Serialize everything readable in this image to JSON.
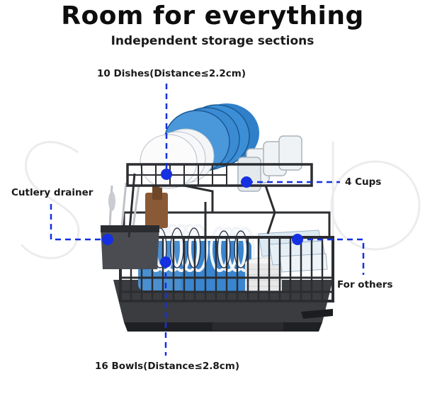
{
  "header": {
    "title": "Room for everything",
    "subtitle": "Independent storage sections"
  },
  "callouts": {
    "dishes": "10 Dishes(Distance≤2.2cm)",
    "cups": "4 Cups",
    "cutlery": "Cutlery drainer",
    "others": "For others",
    "bowls": "16 Bowls(Distance≤2.8cm)"
  },
  "colors": {
    "marker": "#1430e0",
    "frame": "#2b2d31",
    "plate": "#3d8fd6",
    "watermark": "#e9e9e9"
  },
  "watermark": "SO LO"
}
